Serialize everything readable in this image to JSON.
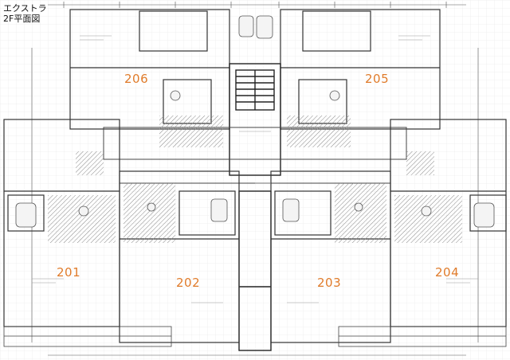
{
  "header": {
    "building_name": "エクストラ",
    "floor_label": "2F平面図"
  },
  "units": [
    {
      "id": "unit-201",
      "number": "201"
    },
    {
      "id": "unit-202",
      "number": "202"
    },
    {
      "id": "unit-203",
      "number": "203"
    },
    {
      "id": "unit-204",
      "number": "204"
    },
    {
      "id": "unit-205",
      "number": "205"
    },
    {
      "id": "unit-206",
      "number": "206"
    }
  ],
  "colors": {
    "unit_number": "#e07b2a",
    "line": "#333333",
    "hatch": "#888888"
  }
}
